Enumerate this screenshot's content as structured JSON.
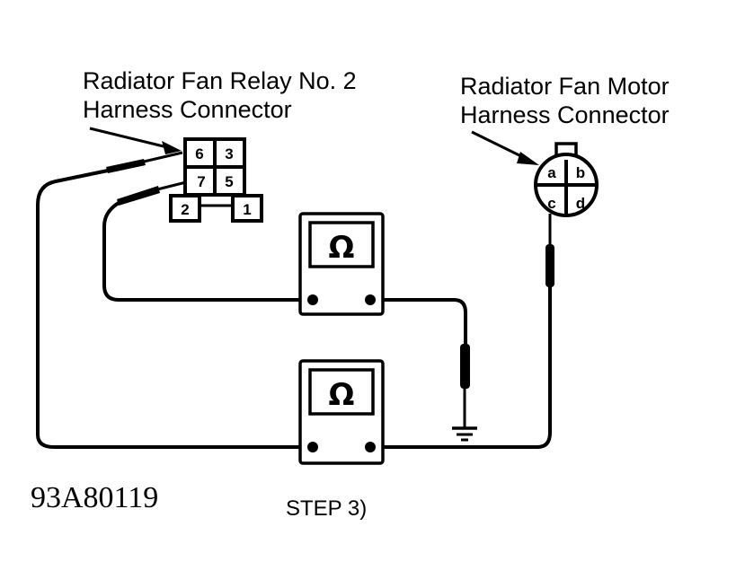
{
  "diagram": {
    "relay_connector_label": [
      "Radiator Fan Relay No. 2",
      "Harness Connector"
    ],
    "motor_connector_label": [
      "Radiator Fan Motor",
      "Harness Connector"
    ],
    "relay_pins": [
      "6",
      "3",
      "7",
      "5",
      "2",
      "1"
    ],
    "motor_pins": [
      "a",
      "b",
      "c",
      "d"
    ],
    "ohmmeter_symbol": "Ω",
    "figure_id": "93A80119",
    "step_label": "STEP 3)",
    "connections": [
      {
        "meter": "upper-ohmmeter",
        "from": "relay-pin-7",
        "to": "ground"
      },
      {
        "meter": "lower-ohmmeter",
        "from": "relay-pin-6",
        "to": "motor-pin-c"
      }
    ]
  }
}
